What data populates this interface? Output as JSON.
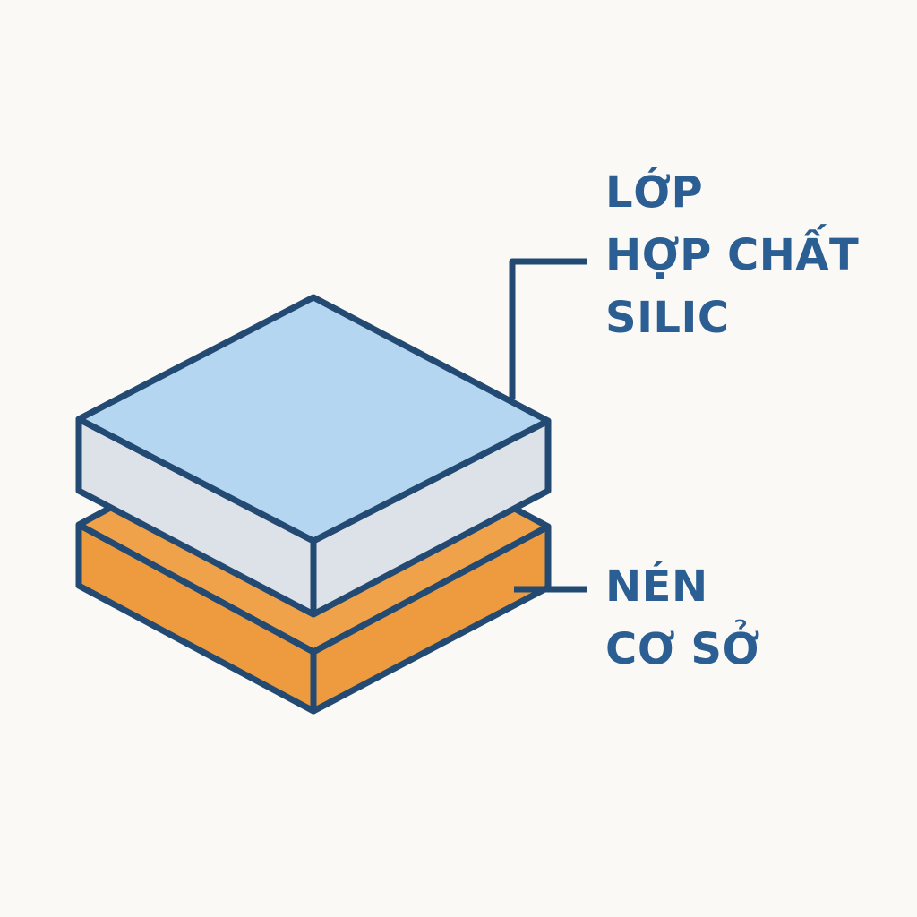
{
  "colors": {
    "background": "#FBF9F5",
    "outline": "#234A73",
    "label_text": "#2B5E92",
    "top_layer_top_face": "#B5D6F0",
    "top_layer_side_face": "#DDE2E8",
    "base_top_face": "#F0A24B",
    "base_side_face": "#ED9B3E"
  },
  "labels": {
    "coating_layer": {
      "lines": [
        "LỚP",
        "HỢP CHẤT",
        "SILIC"
      ]
    },
    "substrate": {
      "lines": [
        "NÉN",
        "CƠ SỞ"
      ]
    }
  }
}
